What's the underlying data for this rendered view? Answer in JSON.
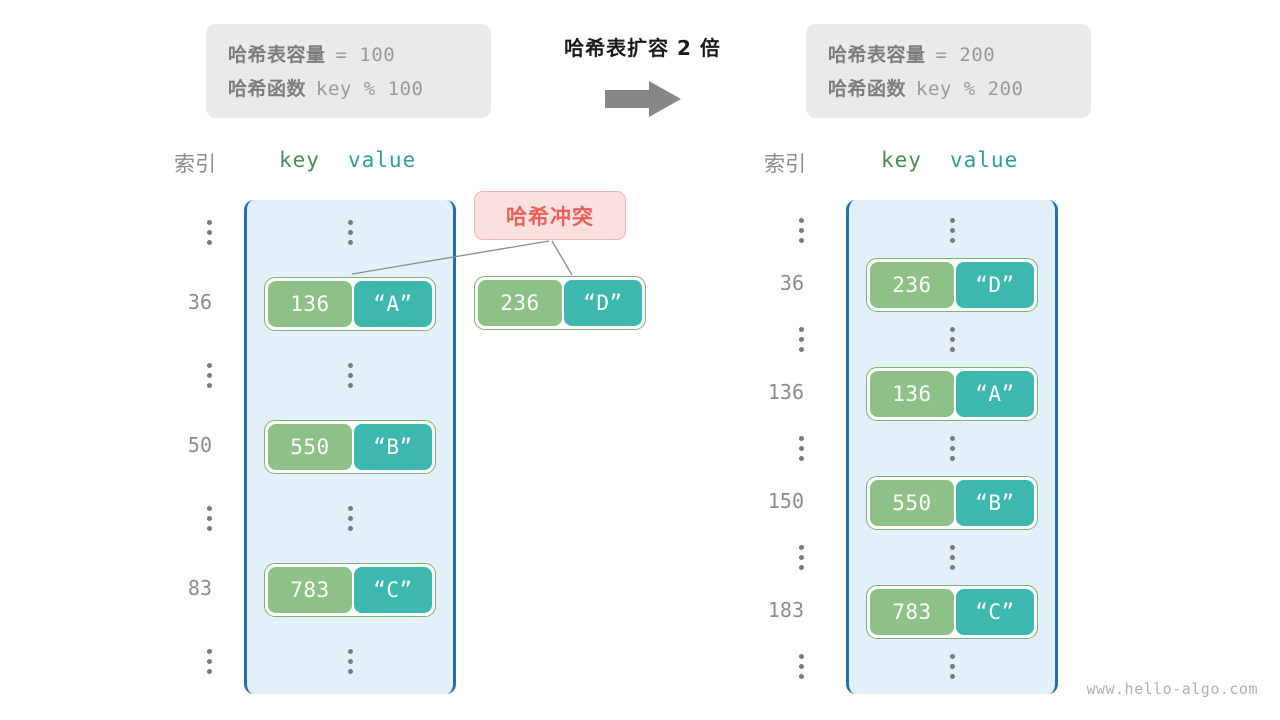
{
  "left_info": {
    "capacity_label": "哈希表容量",
    "capacity_expr": "= 100",
    "function_label": "哈希函数",
    "function_expr": "key % 100"
  },
  "right_info": {
    "capacity_label": "哈希表容量",
    "capacity_expr": "= 200",
    "function_label": "哈希函数",
    "function_expr": "key % 200"
  },
  "transform": {
    "title": "哈希表扩容 2 倍",
    "arrow_color": "#878787"
  },
  "headers": {
    "index": "索引",
    "key": "key",
    "value": "value"
  },
  "collision": {
    "label": "哈希冲突",
    "bg": "#fbe0e0",
    "text_color": "#e8625a"
  },
  "colors": {
    "key_cell": "#8ec187",
    "value_cell": "#3cb8ae",
    "frame_border": "#1f6fb5",
    "frame_fill": "#e3f0fa",
    "pair_border": "#7cb56f"
  },
  "left_table": {
    "rows": [
      {
        "index": "",
        "kind": "dots"
      },
      {
        "index": "36",
        "kind": "pair",
        "key": "136",
        "value": "“A”"
      },
      {
        "index": "",
        "kind": "dots"
      },
      {
        "index": "50",
        "kind": "pair",
        "key": "550",
        "value": "“B”"
      },
      {
        "index": "",
        "kind": "dots"
      },
      {
        "index": "83",
        "kind": "pair",
        "key": "783",
        "value": "“C”"
      },
      {
        "index": "",
        "kind": "dots"
      }
    ]
  },
  "right_table": {
    "rows": [
      {
        "index": "",
        "kind": "dots"
      },
      {
        "index": "36",
        "kind": "pair",
        "key": "236",
        "value": "“D”"
      },
      {
        "index": "",
        "kind": "dots"
      },
      {
        "index": "136",
        "kind": "pair",
        "key": "136",
        "value": "“A”"
      },
      {
        "index": "",
        "kind": "dots"
      },
      {
        "index": "150",
        "kind": "pair",
        "key": "550",
        "value": "“B”"
      },
      {
        "index": "",
        "kind": "dots"
      },
      {
        "index": "183",
        "kind": "pair",
        "key": "783",
        "value": "“C”"
      },
      {
        "index": "",
        "kind": "dots"
      }
    ]
  },
  "colliding_pair": {
    "key": "236",
    "value": "“D”"
  },
  "watermark": "www.hello-algo.com"
}
